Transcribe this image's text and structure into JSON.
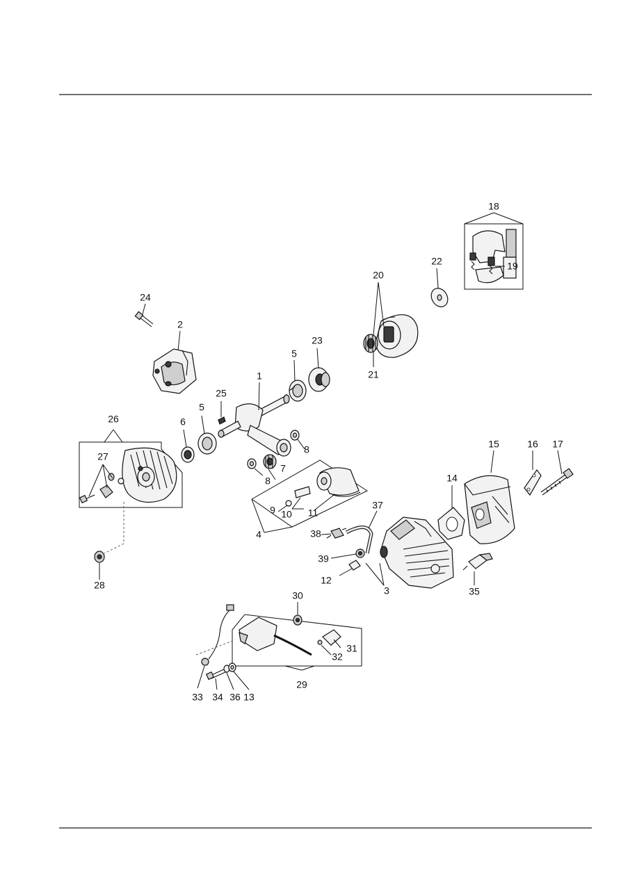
{
  "callouts": {
    "c1": "1",
    "c2": "2",
    "c3": "3",
    "c4": "4",
    "c5a": "5",
    "c5b": "5",
    "c6": "6",
    "c7": "7",
    "c8a": "8",
    "c8b": "8",
    "c9": "9",
    "c10": "10",
    "c11": "11",
    "c12": "12",
    "c13": "13",
    "c14": "14",
    "c15": "15",
    "c16": "16",
    "c17": "17",
    "c18": "18",
    "c19": "19",
    "c20": "20",
    "c21": "21",
    "c22": "22",
    "c23": "23",
    "c24": "24",
    "c25": "25",
    "c26": "26",
    "c27": "27",
    "c28": "28",
    "c29": "29",
    "c30": "30",
    "c31": "31",
    "c32": "32",
    "c33": "33",
    "c34": "34",
    "c35": "35",
    "c36": "36",
    "c37": "37",
    "c38": "38",
    "c39": "39"
  }
}
